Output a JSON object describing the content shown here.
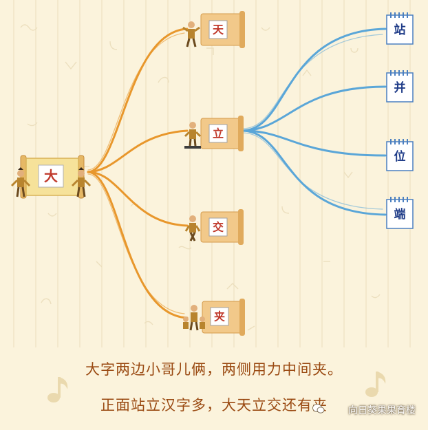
{
  "root": {
    "label": "大"
  },
  "branches": [
    {
      "label": "天"
    },
    {
      "label": "立",
      "children": [
        "站",
        "并",
        "位",
        "端"
      ]
    },
    {
      "label": "交"
    },
    {
      "label": "夹"
    }
  ],
  "rhyme": {
    "line1": "大字两边小哥儿俩，两侧用力中间夹。",
    "line2": "正面站立汉字多，大天立交还有夹"
  },
  "watermark": "向日葵果果育楼",
  "colors": {
    "background": "#fbf3dc",
    "orange_link": "#e8972c",
    "blue_link": "#5aa6d8",
    "scroll": "#f2c98a",
    "text_red": "#c0392b",
    "calendar_text": "#1f3c88",
    "rhyme_text": "#9a4a12"
  },
  "icons": [
    "scroll-icon",
    "figure-icon",
    "calendar-card-icon",
    "music-note-icon",
    "wechat-icon"
  ]
}
